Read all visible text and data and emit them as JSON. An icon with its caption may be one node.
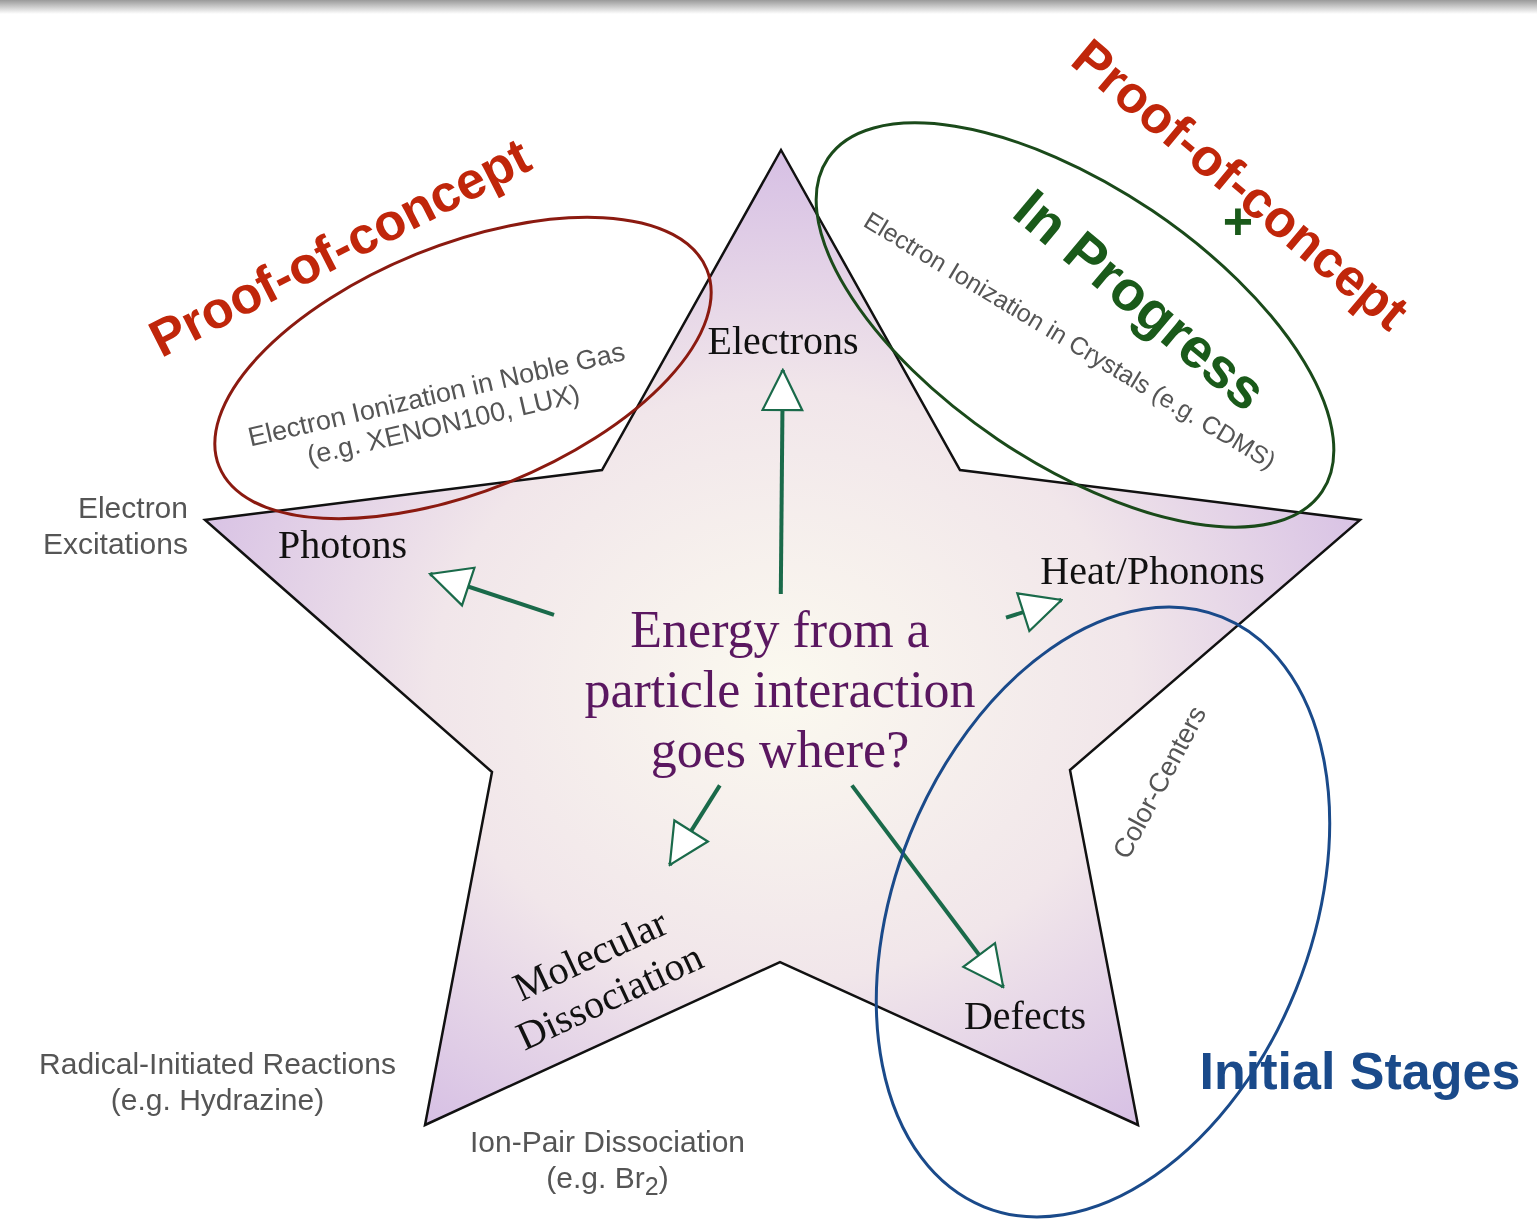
{
  "diagram": {
    "nodes": [
      {
        "text": [],
        "shape": "star"
      },
      {
        "text": [
          "Energy from a particle interaction goes where?"
        ],
        "in": 0
      },
      {
        "text": [
          "Electrons"
        ],
        "in": 0
      },
      {
        "text": [
          "Photons"
        ],
        "in": 0
      },
      {
        "text": [
          "Heat/Phonons"
        ],
        "in": 0
      },
      {
        "text": [
          "Molecular Dissociation"
        ],
        "in": 0
      },
      {
        "text": [
          "Defects"
        ],
        "in": 9
      },
      {
        "text": [
          "Proof-of-concept",
          "Electron Ionization in Noble Gas (e.g. XENON100, LUX)"
        ]
      },
      {
        "text": [
          "Proof-of-concept",
          "+",
          "In Progress",
          "Electron Ionization in Crystals (e.g. CDMS)"
        ]
      },
      {
        "text": [
          "Initial Stages",
          "Color-Centers"
        ]
      }
    ],
    "edges": [
      {
        "from": 1,
        "to": 2,
        "arrow": "to"
      },
      {
        "from": 1,
        "to": 3,
        "arrow": "to"
      },
      {
        "from": 1,
        "to": 4,
        "arrow": "to"
      },
      {
        "from": 1,
        "to": 5,
        "arrow": "to"
      },
      {
        "from": 1,
        "to": 6,
        "arrow": "to"
      }
    ],
    "labels": [
      "Electron Excitations",
      "Radical-Initiated Reactions (e.g. Hydrazine)",
      "Ion-Pair Dissociation (e.g. Br$_{2}$)"
    ]
  }
}
